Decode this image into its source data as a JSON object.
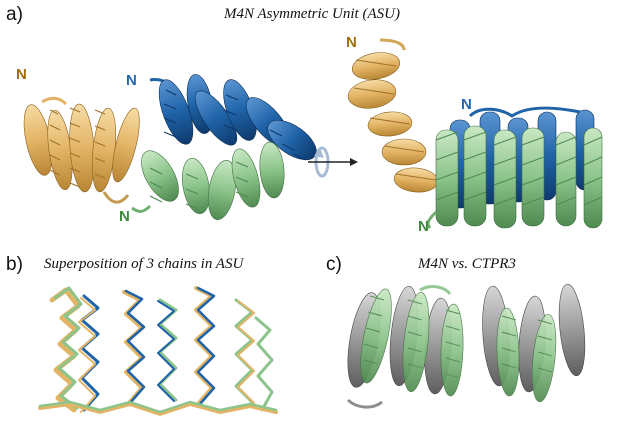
{
  "panels": [
    {
      "label": "a)",
      "caption": "M4N Asymmetric Unit (ASU)"
    },
    {
      "label": "b)",
      "caption": "Superposition of 3 chains in ASU"
    },
    {
      "label": "c)",
      "caption": "M4N vs. CTPR3"
    }
  ],
  "termini": {
    "n_orange_left": "N",
    "n_blue_left": "N",
    "n_green_left": "N",
    "n_orange_right": "N",
    "n_blue_right": "N",
    "n_green_right": "N"
  },
  "colors": {
    "chain_orange": "#e3b465",
    "chain_blue": "#1f63a8",
    "chain_green": "#8cc48b",
    "ctpr3_gray": "#8d8d8d",
    "label_orange": "#a06d10",
    "label_blue": "#1f67b4",
    "label_green": "#3a8a3a"
  },
  "icons": [
    "rotation-arrow-icon"
  ]
}
